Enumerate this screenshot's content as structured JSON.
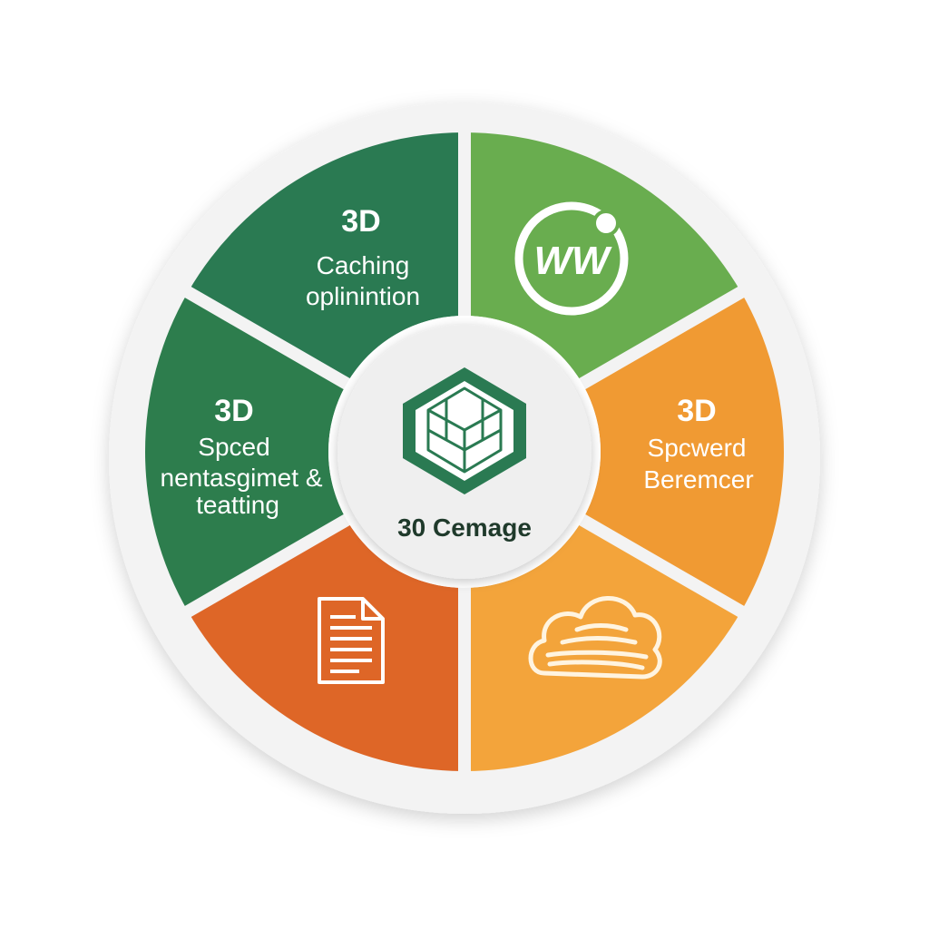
{
  "segments": [
    {
      "id": "top-left",
      "color": "#2a7a52",
      "title": "3D",
      "lines": [
        "Caching",
        "oplinintion"
      ]
    },
    {
      "id": "top-right",
      "color": "#69ad4f",
      "icon": "www-globe-icon",
      "icon_text": "WW"
    },
    {
      "id": "right",
      "color": "#f09a33",
      "title": "3D",
      "lines": [
        "Spcwerd",
        "Beremcer"
      ]
    },
    {
      "id": "bottom-right",
      "color": "#f3a43b",
      "icon": "cloud-icon"
    },
    {
      "id": "bottom-left",
      "color": "#de6627",
      "icon": "document-icon"
    },
    {
      "id": "left",
      "color": "#2d7d4d",
      "title": "3D",
      "lines": [
        "Spced",
        "nentasgimet &",
        "teatting"
      ]
    }
  ],
  "center": {
    "label": "30 Cemage",
    "icon": "cube-icon",
    "accent_color": "#2a7a52"
  }
}
